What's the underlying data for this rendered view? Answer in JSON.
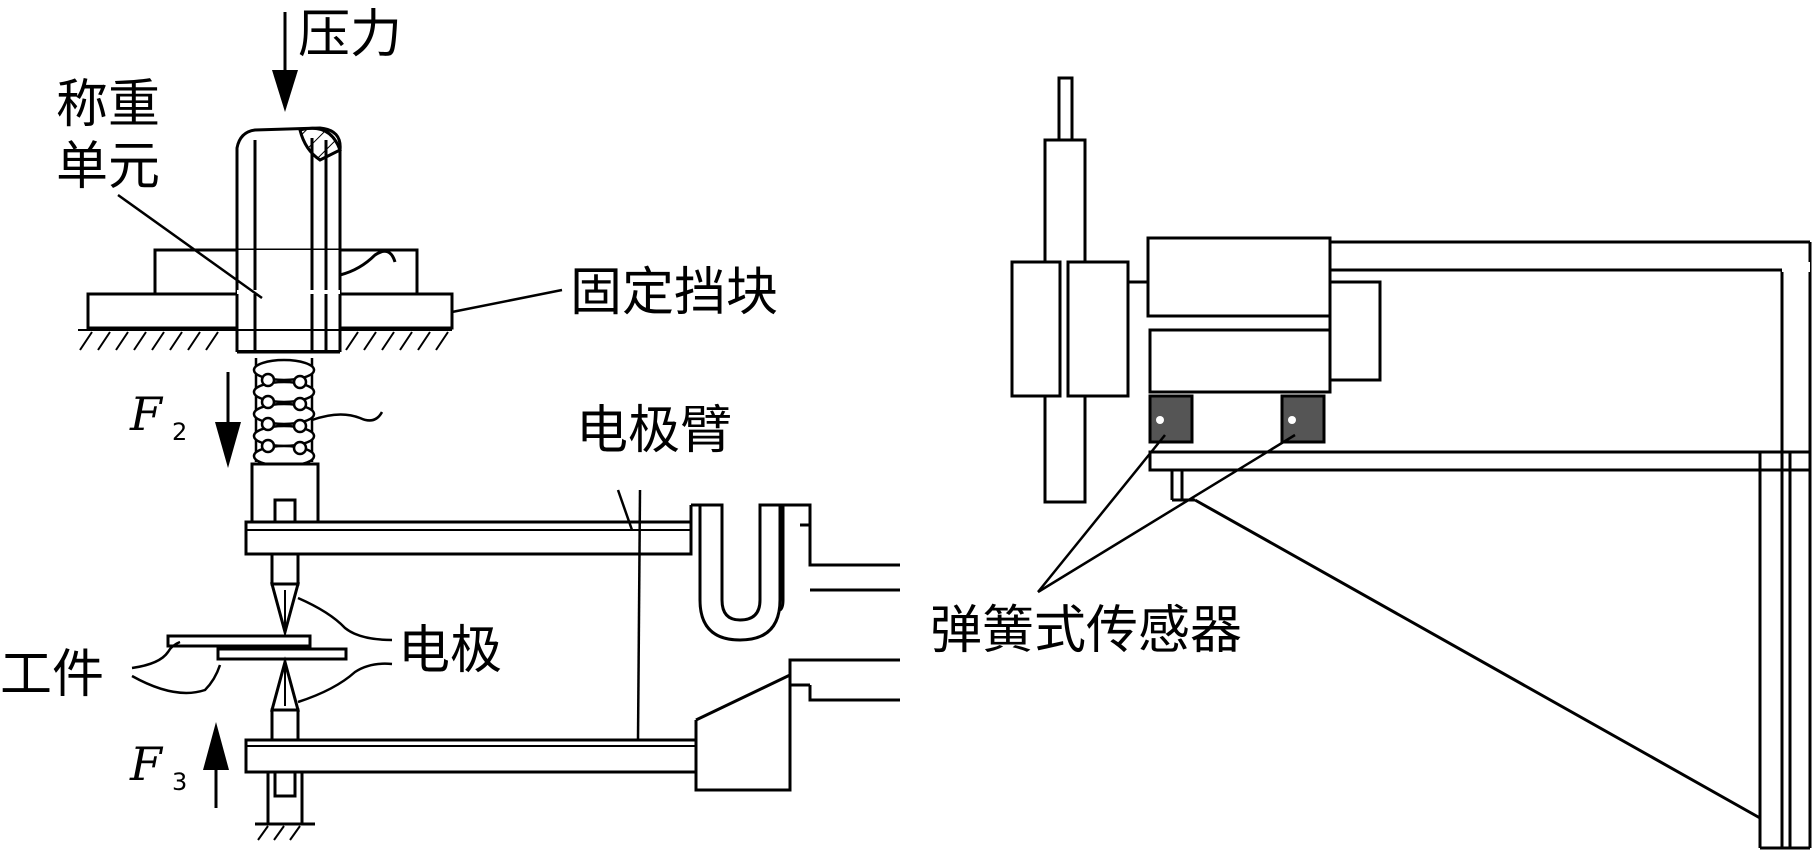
{
  "left_figure": {
    "pressure": "压力",
    "weighing_unit_line1": "称重",
    "weighing_unit_line2": "单元",
    "fixed_block": "固定挡块",
    "f2_symbol": "F",
    "f2_sub": "2",
    "electrode_arm": "电极臂",
    "electrode": "电极",
    "workpiece": "工件",
    "f3_symbol": "F",
    "f3_sub": "3"
  },
  "right_figure": {
    "spring_sensor": "弹簧式传感器"
  }
}
